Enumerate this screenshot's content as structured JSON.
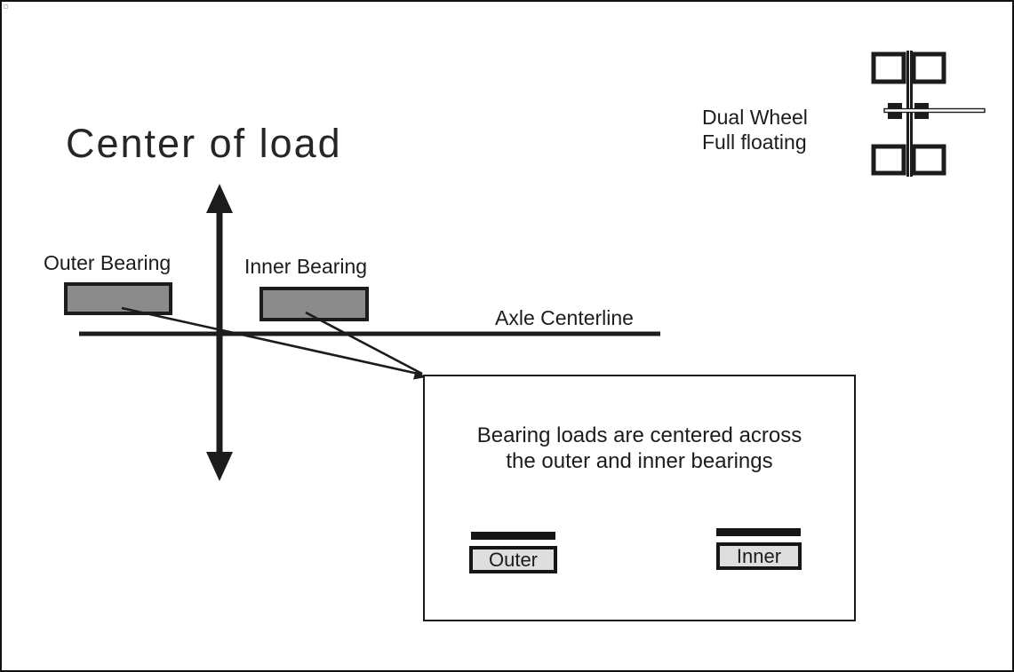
{
  "title": "Center of load",
  "bearings": {
    "outer_label": "Outer Bearing",
    "inner_label": "Inner Bearing"
  },
  "axle": {
    "label": "Axle Centerline"
  },
  "wheel": {
    "caption_line1": "Dual Wheel",
    "caption_line2": "Full floating"
  },
  "callout": {
    "line1": "Bearing loads are centered across",
    "line2": "the outer and inner bearings",
    "outer_box_label": "Outer",
    "inner_box_label": "Inner"
  },
  "colors": {
    "ink": "#1c1c1c",
    "bearing_fill": "#8b8b8b",
    "symbol_box_fill": "#dedede",
    "background": "#ffffff"
  },
  "icons": {
    "center_of_load_arrow": "vertical-double-headed-arrow-icon",
    "dual_wheel_diagram": "dual-wheel-cross-section-icon",
    "leader_arrowhead": "callout-leader-arrowhead-icon"
  }
}
